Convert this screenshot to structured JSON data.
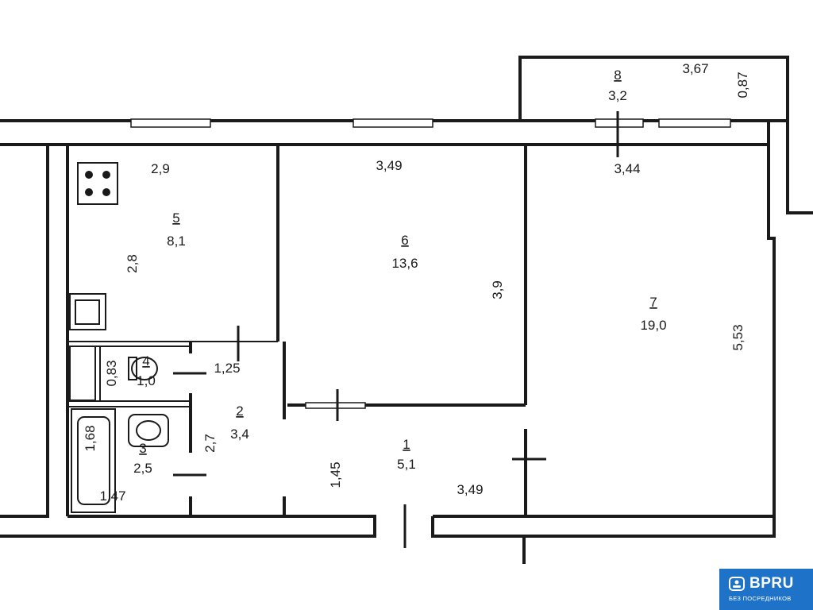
{
  "rooms": [
    {
      "number": "1",
      "area": "5,1"
    },
    {
      "number": "2",
      "area": "3,4"
    },
    {
      "number": "3",
      "area": "2,5"
    },
    {
      "number": "4",
      "area": "1,0"
    },
    {
      "number": "5",
      "area": "8,1"
    },
    {
      "number": "6",
      "area": "13,6"
    },
    {
      "number": "7",
      "area": "19,0"
    },
    {
      "number": "8",
      "area": "3,2"
    }
  ],
  "dimensions": {
    "kitchen_width": "2,9",
    "kitchen_length": "2,8",
    "room6_width": "3,49",
    "room6_length": "3,9",
    "room7_width": "3,44",
    "room7_length": "5,53",
    "balcony_width": "3,67",
    "balcony_depth": "0,87",
    "toilet_width": "0,83",
    "corridor_width": "1,25",
    "hall2_length": "2,7",
    "bath_length": "1,68",
    "bath_width": "1,47",
    "hall1_width": "1,45",
    "hall1_length": "3,49"
  },
  "badge": {
    "logo": "BPRU",
    "subtitle": "БЕЗ ПОСРЕДНИКОВ",
    "color": "#1e73c8"
  }
}
